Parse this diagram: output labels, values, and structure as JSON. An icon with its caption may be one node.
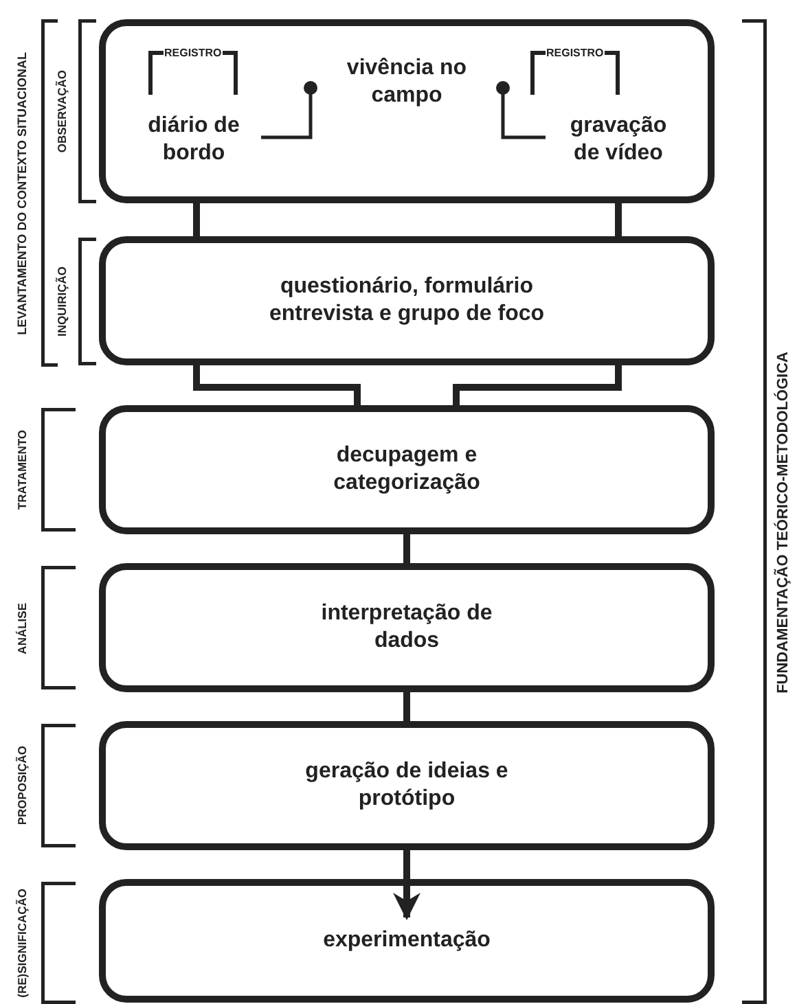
{
  "diagram": {
    "nodes": [
      {
        "text": [],
        "shape": "box"
      },
      {
        "text": [
          "vivência no campo"
        ],
        "in": 0
      },
      {
        "text": [
          "diário de bordo"
        ],
        "in": 0
      },
      {
        "text": [
          "gravação de vídeo"
        ],
        "in": 0
      },
      {
        "text": [
          "questionário, formulário entrevista e grupo de foco"
        ]
      },
      {
        "text": [
          "decupagem e categorização"
        ]
      },
      {
        "text": [
          "interpretação de dados"
        ]
      },
      {
        "text": [
          "geração de ideias e protótipo"
        ]
      },
      {
        "text": [
          "experimentação"
        ]
      }
    ],
    "edges": [
      {
        "from": 2,
        "to": 1,
        "arrow": "other"
      },
      {
        "from": 3,
        "to": 1,
        "arrow": "other"
      },
      {
        "from": 0,
        "to": 4,
        "arrow": "none"
      },
      {
        "from": 0,
        "to": 4,
        "arrow": "none"
      },
      {
        "from": 4,
        "to": 5,
        "arrow": "none"
      },
      {
        "from": 4,
        "to": 5,
        "arrow": "none"
      },
      {
        "from": 5,
        "to": 6,
        "arrow": "none"
      },
      {
        "from": 6,
        "to": 7,
        "arrow": "none"
      },
      {
        "from": 7,
        "to": 8,
        "arrow": "to"
      }
    ],
    "labels": [
      "LEVANTAMENTO DO CONTEXTO SITUACIONAL",
      "OBSERVAÇÃO",
      "REGISTRO",
      "REGISTRO",
      "INQUIRIÇÃO",
      "TRATAMENTO",
      "ANÁLISE",
      "PROPOSIÇÃO",
      "(RE)SIGNIFICAÇÃO",
      "FUNDAMENTAÇÃO TEÓRICO-METODOLÓGICA"
    ]
  }
}
